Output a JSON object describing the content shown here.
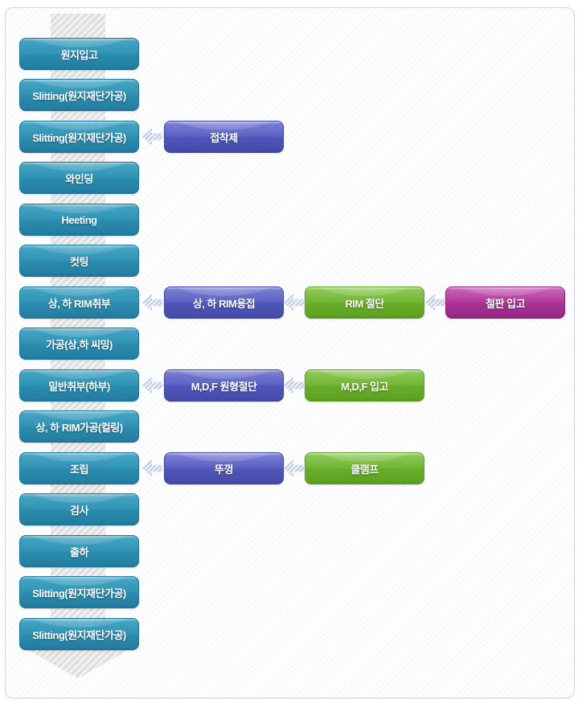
{
  "diagram": {
    "type": "process-flow",
    "direction": "top-to-bottom",
    "main_steps": [
      "원지입고",
      "Slitting(원지재단가공)",
      "Slitting(원지재단가공)",
      "와인딩",
      "Heeting",
      "컷팅",
      "상, 하 RIM취부",
      "가공(상,하 씨밍)",
      "밑반취부(하부)",
      "상, 하 RIM가공(컬링)",
      "조립",
      "검사",
      "출하",
      "Slitting(원지재단가공)",
      "Slitting(원지재단가공)"
    ],
    "branches": [
      {
        "target_step": "Slitting(원지재단가공)",
        "inputs": [
          "접착제"
        ]
      },
      {
        "target_step": "상, 하 RIM취부",
        "inputs": [
          "상, 하 RIM용접",
          "RIM 절단",
          "철판 입고"
        ]
      },
      {
        "target_step": "밑반취부(하부)",
        "inputs": [
          "M,D,F 원형절단",
          "M,D,F 입고"
        ]
      },
      {
        "target_step": "조립",
        "inputs": [
          "뚜껑",
          "클램프"
        ]
      }
    ],
    "colors": {
      "main_step": "#2e93b5",
      "input_level1": "#5a61c4",
      "input_level2": "#6db32e",
      "input_level3": "#b23aa0",
      "arrow_hatch": "#c2cde0",
      "flow_arrow": "#dedede",
      "panel_border": "#c9d3e0"
    }
  }
}
